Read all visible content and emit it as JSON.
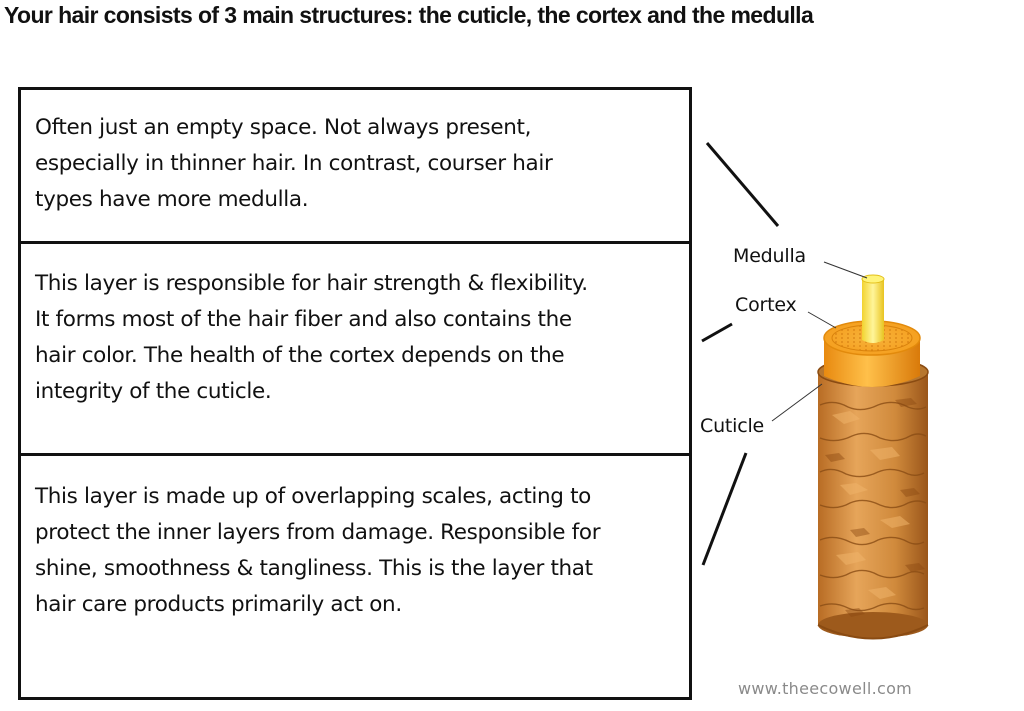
{
  "title": "Your hair consists of 3 main structures: the cuticle, the cortex and the medulla",
  "descriptions": [
    {
      "lines": [
        "Often just an empty space. Not always present,",
        "especially in thinner hair. In contrast, courser hair",
        "types have more medulla."
      ]
    },
    {
      "lines": [
        "This layer is responsible for hair strength & flexibility.",
        "It forms most of the hair fiber and also contains the",
        "hair color. The health of the cortex depends on the",
        "integrity of the cuticle."
      ]
    },
    {
      "lines": [
        "This layer is made up of overlapping scales, acting to",
        "protect the inner layers from damage. Responsible for",
        "shine, smoothness & tangliness. This is the layer that",
        "hair care products primarily act on."
      ]
    }
  ],
  "labels": {
    "medulla": "Medulla",
    "cortex": "Cortex",
    "cuticle": "Cuticle"
  },
  "watermark": "www.theecowell.com",
  "colors": {
    "cuticle_fill": "#d48f3f",
    "cuticle_dark": "#a8601f",
    "cortex_fill": "#f6a21e",
    "medulla_fill": "#fff06a"
  }
}
